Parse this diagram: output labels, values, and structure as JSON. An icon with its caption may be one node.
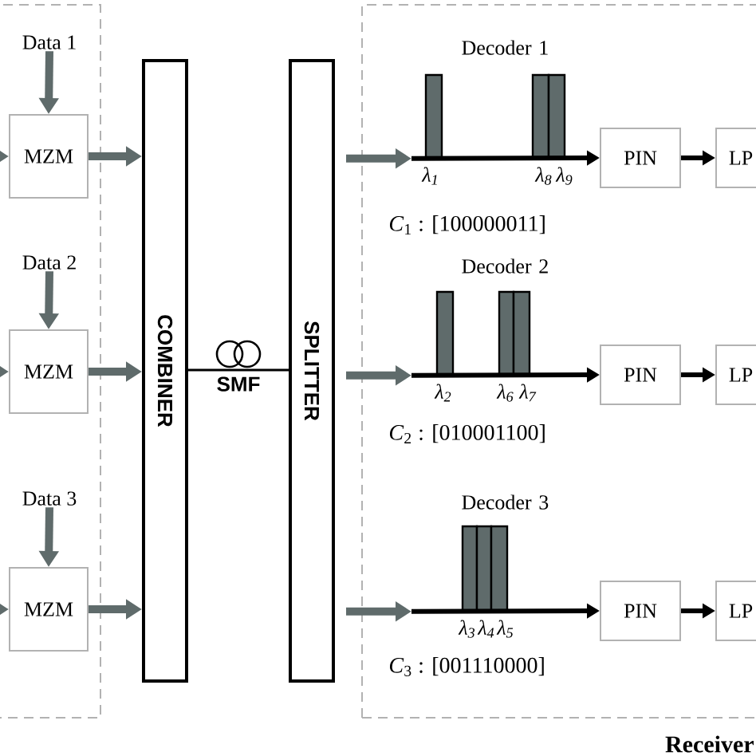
{
  "diagram": {
    "nodes": [
      {
        "text": [],
        "shape": "box"
      },
      {
        "text": [
          "Data 1"
        ],
        "in": 0
      },
      {
        "text": [
          "MZM"
        ],
        "in": 0
      },
      {
        "text": [
          "Data 2"
        ],
        "in": 0
      },
      {
        "text": [
          "MZM"
        ],
        "in": 0
      },
      {
        "text": [
          "Data 3"
        ],
        "in": 0
      },
      {
        "text": [
          "MZM"
        ],
        "in": 0
      },
      {
        "text": [
          "COMBINER"
        ]
      },
      {
        "text": [
          "SPLITTER"
        ]
      },
      {
        "text": [
          "Receiver"
        ]
      },
      {
        "text": [
          "Decoder 1"
        ],
        "in": 9,
        "beside": [
          "λ$_{1}$",
          "λ$_{8}$",
          "λ$_{9}$",
          "*C*$_{1}$ : [100000011]"
        ]
      },
      {
        "text": [
          "PIN"
        ],
        "in": 9
      },
      {
        "text": [
          "LP"
        ],
        "in": 9
      },
      {
        "text": [
          "Decoder 2"
        ],
        "in": 9,
        "beside": [
          "λ$_{2}$",
          "λ$_{6}$",
          "λ$_{7}$",
          "*C*$_{2}$ : [010001100]"
        ]
      },
      {
        "text": [
          "PIN"
        ],
        "in": 9
      },
      {
        "text": [
          "LP"
        ],
        "in": 9
      },
      {
        "text": [
          "Decoder 3"
        ],
        "in": 9,
        "beside": [
          "λ$_{3}$",
          "λ$_{4}$",
          "λ$_{5}$",
          "*C*$_{3}$ : [001110000]"
        ]
      },
      {
        "text": [
          "PIN"
        ],
        "in": 9
      },
      {
        "text": [
          "LP"
        ],
        "in": 9
      }
    ],
    "edges": [
      {
        "from": null,
        "to": 2,
        "arrow": "to"
      },
      {
        "from": 1,
        "to": 2,
        "arrow": "to"
      },
      {
        "from": 2,
        "to": 7,
        "arrow": "to"
      },
      {
        "from": null,
        "to": 4,
        "arrow": "to"
      },
      {
        "from": 3,
        "to": 4,
        "arrow": "to"
      },
      {
        "from": 4,
        "to": 7,
        "arrow": "to"
      },
      {
        "from": null,
        "to": 6,
        "arrow": "to"
      },
      {
        "from": 5,
        "to": 6,
        "arrow": "to"
      },
      {
        "from": 6,
        "to": 7,
        "arrow": "to"
      },
      {
        "from": 7,
        "to": 8,
        "arrow": "none",
        "label": "SMF",
        "color": "#000000"
      },
      {
        "from": 8,
        "to": 10,
        "arrow": "to"
      },
      {
        "from": 10,
        "to": 11,
        "arrow": "to",
        "color": "#000000"
      },
      {
        "from": 11,
        "to": 12,
        "arrow": "to",
        "color": "#000000"
      },
      {
        "from": 8,
        "to": 13,
        "arrow": "to"
      },
      {
        "from": 13,
        "to": 14,
        "arrow": "to",
        "color": "#000000"
      },
      {
        "from": 14,
        "to": 15,
        "arrow": "to",
        "color": "#000000"
      },
      {
        "from": 8,
        "to": 16,
        "arrow": "to"
      },
      {
        "from": 16,
        "to": 17,
        "arrow": "to",
        "color": "#000000"
      },
      {
        "from": 17,
        "to": 18,
        "arrow": "to",
        "color": "#000000"
      }
    ]
  }
}
